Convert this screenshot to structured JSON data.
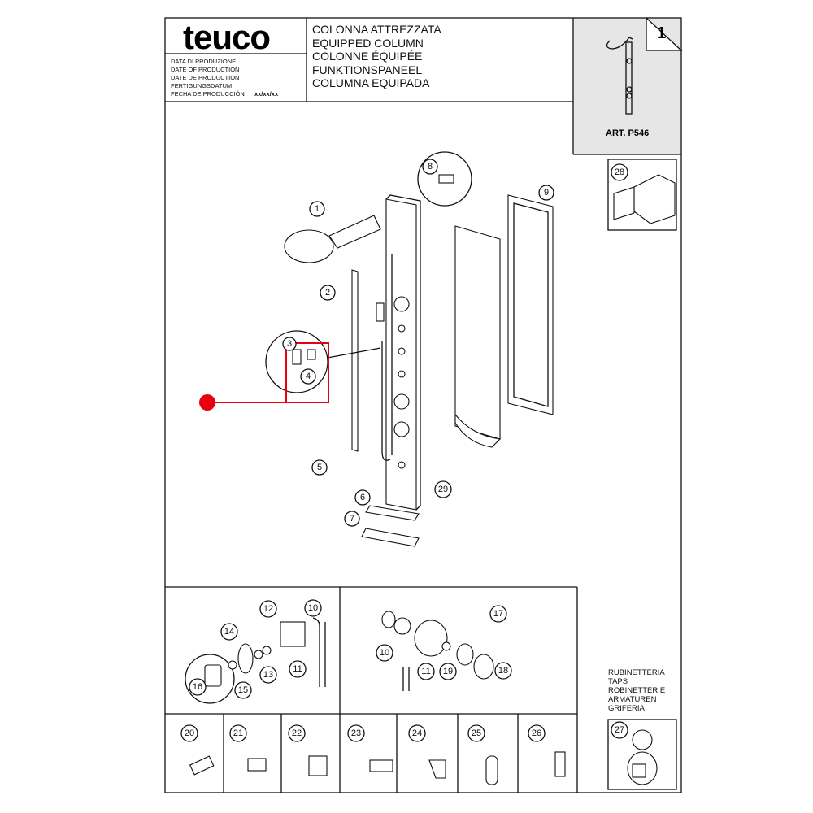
{
  "header": {
    "brand": "teuco",
    "date_labels": [
      "DATA DI PRODUZIONE",
      "DATE OF PRODUCTION",
      "DATE DE PRODUCTION",
      "FERTIGUNGSDATUM",
      "FECHA DE PRODUCCIÓN"
    ],
    "date_value": "xx/xx/xx",
    "titles": [
      "COLONNA ATTREZZATA",
      "EQUIPPED COLUMN",
      "COLONNE ÉQUIPÉE",
      "FUNKTIONSPANEEL",
      "COLUMNA EQUIPADA"
    ],
    "page_number": "1",
    "article": "ART. P546"
  },
  "taps_labels": [
    "RUBINETTERIA",
    "TAPS",
    "ROBINETTERIE",
    "ARMATUREN",
    "GRIFERIA"
  ],
  "callouts": {
    "main": [
      "1",
      "2",
      "3",
      "4",
      "5",
      "6",
      "7",
      "8",
      "9",
      "29",
      "28"
    ],
    "taps_left": [
      "12",
      "10",
      "14",
      "13",
      "11",
      "16",
      "15"
    ],
    "taps_mid": [
      "17",
      "10",
      "11",
      "19",
      "18"
    ],
    "fittings": [
      "20",
      "21",
      "22",
      "23",
      "24",
      "25",
      "26",
      "27"
    ]
  },
  "colors": {
    "highlight": "#e8000f",
    "panel": "#e6e6e6"
  }
}
